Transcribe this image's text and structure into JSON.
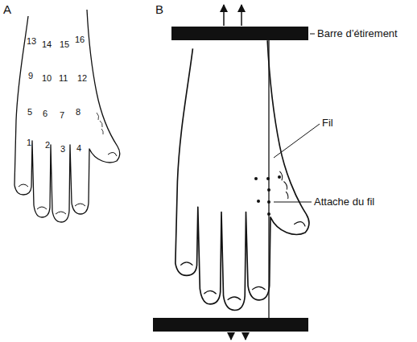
{
  "diagram": {
    "labels": [
      "A",
      "B",
      "1",
      "2",
      "3",
      "4",
      "5",
      "6",
      "7",
      "8",
      "9",
      "10",
      "11",
      "12",
      "13",
      "14",
      "15",
      "16",
      "Barre d’étirement",
      "Fil",
      "Attache du fil"
    ]
  }
}
